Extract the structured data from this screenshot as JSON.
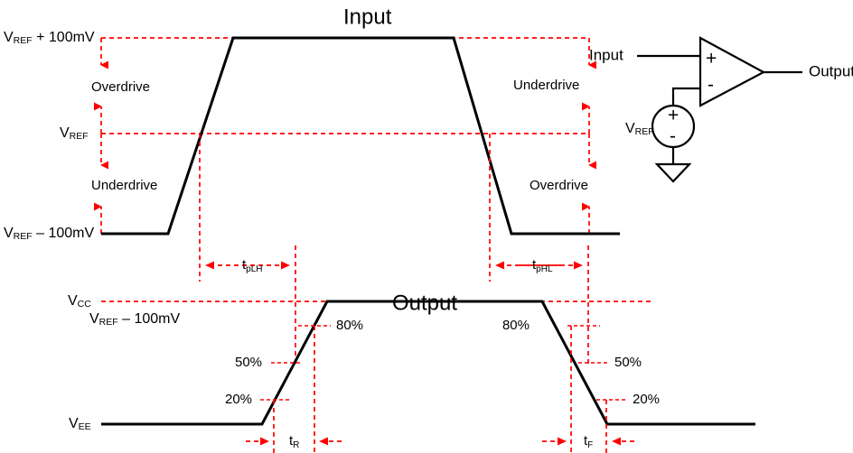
{
  "figure": {
    "input_title": "Input",
    "output_title": "Output"
  },
  "input_levels": {
    "high": "V<sub>REF</sub> + 100mV",
    "high_main": "V",
    "high_sub": "REF",
    "high_tail": " + 100mV",
    "ref_main": "V",
    "ref_sub": "REF",
    "low_main": "V",
    "low_sub": "REF",
    "low_tail": " – 100mV"
  },
  "input_annotations": {
    "overdrive_left": "Overdrive",
    "underdrive_left": "Underdrive",
    "underdrive_right": "Underdrive",
    "overdrive_right": "Overdrive"
  },
  "timing": {
    "tplh_main": "t",
    "tplh_sub": "pLH",
    "tphl_main": "t",
    "tphl_sub": "pHL",
    "tr_main": "t",
    "tr_sub": "R",
    "tf_main": "t",
    "tf_sub": "F"
  },
  "output_levels": {
    "vcc_main": "V",
    "vcc_sub": "CC",
    "vcc_note_main": "V",
    "vcc_note_sub": "REF",
    "vcc_note_tail": " – 100mV",
    "vee_main": "V",
    "vee_sub": "EE"
  },
  "output_markers": {
    "rise_20": "20%",
    "rise_50": "50%",
    "rise_80": "80%",
    "fall_80": "80%",
    "fall_50": "50%",
    "fall_20": "20%"
  },
  "circuit": {
    "input_pin": "Input",
    "output_pin": "Output",
    "plus_terminal": "+",
    "minus_terminal": "-",
    "source_plus": "+",
    "source_minus": "-",
    "vref_main": "V",
    "vref_sub": "REF"
  },
  "colors": {
    "waveform": "#000000",
    "guide": "#ff0000",
    "background": "#ffffff"
  }
}
